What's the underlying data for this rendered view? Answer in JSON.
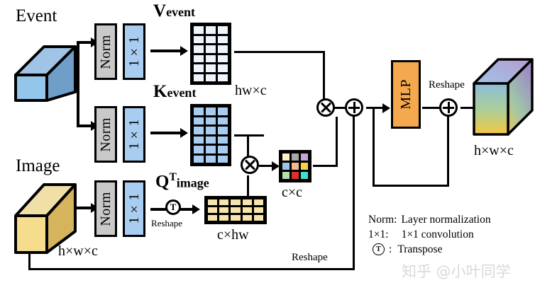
{
  "figure": {
    "inputs": [
      {
        "id": "event",
        "label": "Event",
        "dims": ""
      },
      {
        "id": "image",
        "label": "Image",
        "dims": "h×w×c"
      }
    ],
    "output": {
      "label": "",
      "dims": "h×w×c"
    },
    "branches": [
      {
        "id": "v",
        "norm": "Norm",
        "conv": "1×1",
        "symbol": "V",
        "subscript": "event",
        "matrix_dims": "hw×c",
        "cols": 3,
        "rows": 6,
        "cell_color": "#eef4fb"
      },
      {
        "id": "k",
        "norm": "Norm",
        "conv": "1×1",
        "symbol": "K",
        "subscript": "event",
        "matrix_dims": "",
        "cols": 3,
        "rows": 6,
        "cell_color": "#a9cdf0"
      },
      {
        "id": "q",
        "norm": "Norm",
        "conv": "1×1",
        "symbol": "Q",
        "subscript": "image",
        "superscript": "T",
        "matrix_dims": "c×hw",
        "cols": 5,
        "rows": 3,
        "cell_color": "#f6e4ac"
      }
    ],
    "attention_matrix": {
      "dims": "c×c",
      "cols": 3,
      "rows": 3,
      "cells": [
        "#fdf0c4",
        "#a8a8a8",
        "#c3a6d6",
        "#9cc3e8",
        "#f6b98a",
        "#f5d547",
        "#b6ddaf",
        "#e0302e",
        "#3ee0d0"
      ]
    },
    "mlp": {
      "label": "MLP"
    },
    "operators": [
      {
        "id": "mul-qk",
        "type": "multiply",
        "glyph": "⊗"
      },
      {
        "id": "mul-attn-v",
        "type": "multiply",
        "glyph": "⊗"
      },
      {
        "id": "add-residual",
        "type": "add",
        "glyph": "⊕"
      },
      {
        "id": "add-mlp",
        "type": "add",
        "glyph": "⊕"
      },
      {
        "id": "transpose",
        "type": "transpose",
        "glyph": "T"
      }
    ],
    "annotations": [
      {
        "id": "reshape-q",
        "text": "Reshape"
      },
      {
        "id": "reshape-out",
        "text": "Reshape"
      },
      {
        "id": "reshape-skip",
        "text": "Reshape"
      }
    ],
    "legend": [
      {
        "key": "Norm:",
        "value": "Layer normalization"
      },
      {
        "key": "1×1:",
        "value": "1×1 convolution"
      },
      {
        "key": "T",
        "value": "Transpose",
        "key_is_circle": true,
        "separator": ":"
      }
    ],
    "watermark": "知乎 @小叶同学"
  }
}
